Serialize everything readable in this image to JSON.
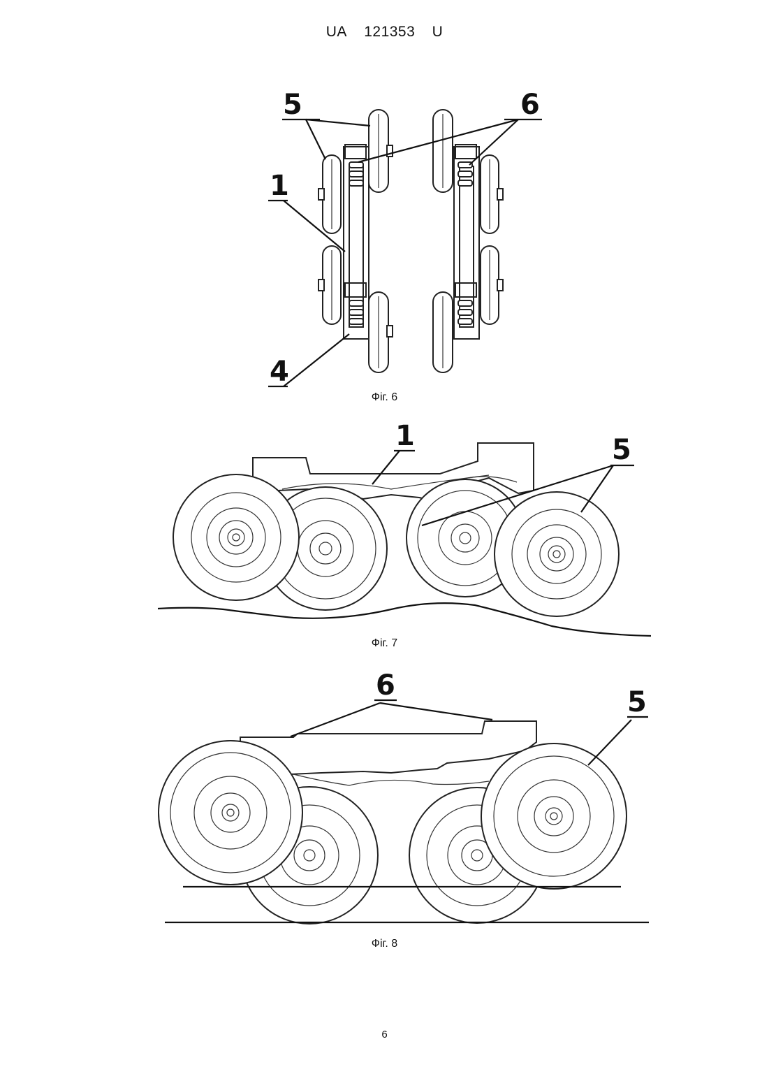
{
  "header": {
    "country": "UA",
    "number": "121353",
    "kind": "U"
  },
  "figures": [
    {
      "caption": "Фіг. 6",
      "labels": [
        "5",
        "6",
        "1",
        "4"
      ]
    },
    {
      "caption": "Фіг. 7",
      "labels": [
        "1",
        "5"
      ]
    },
    {
      "caption": "Фіг. 8",
      "labels": [
        "6",
        "5"
      ]
    }
  ],
  "page_number": "6"
}
